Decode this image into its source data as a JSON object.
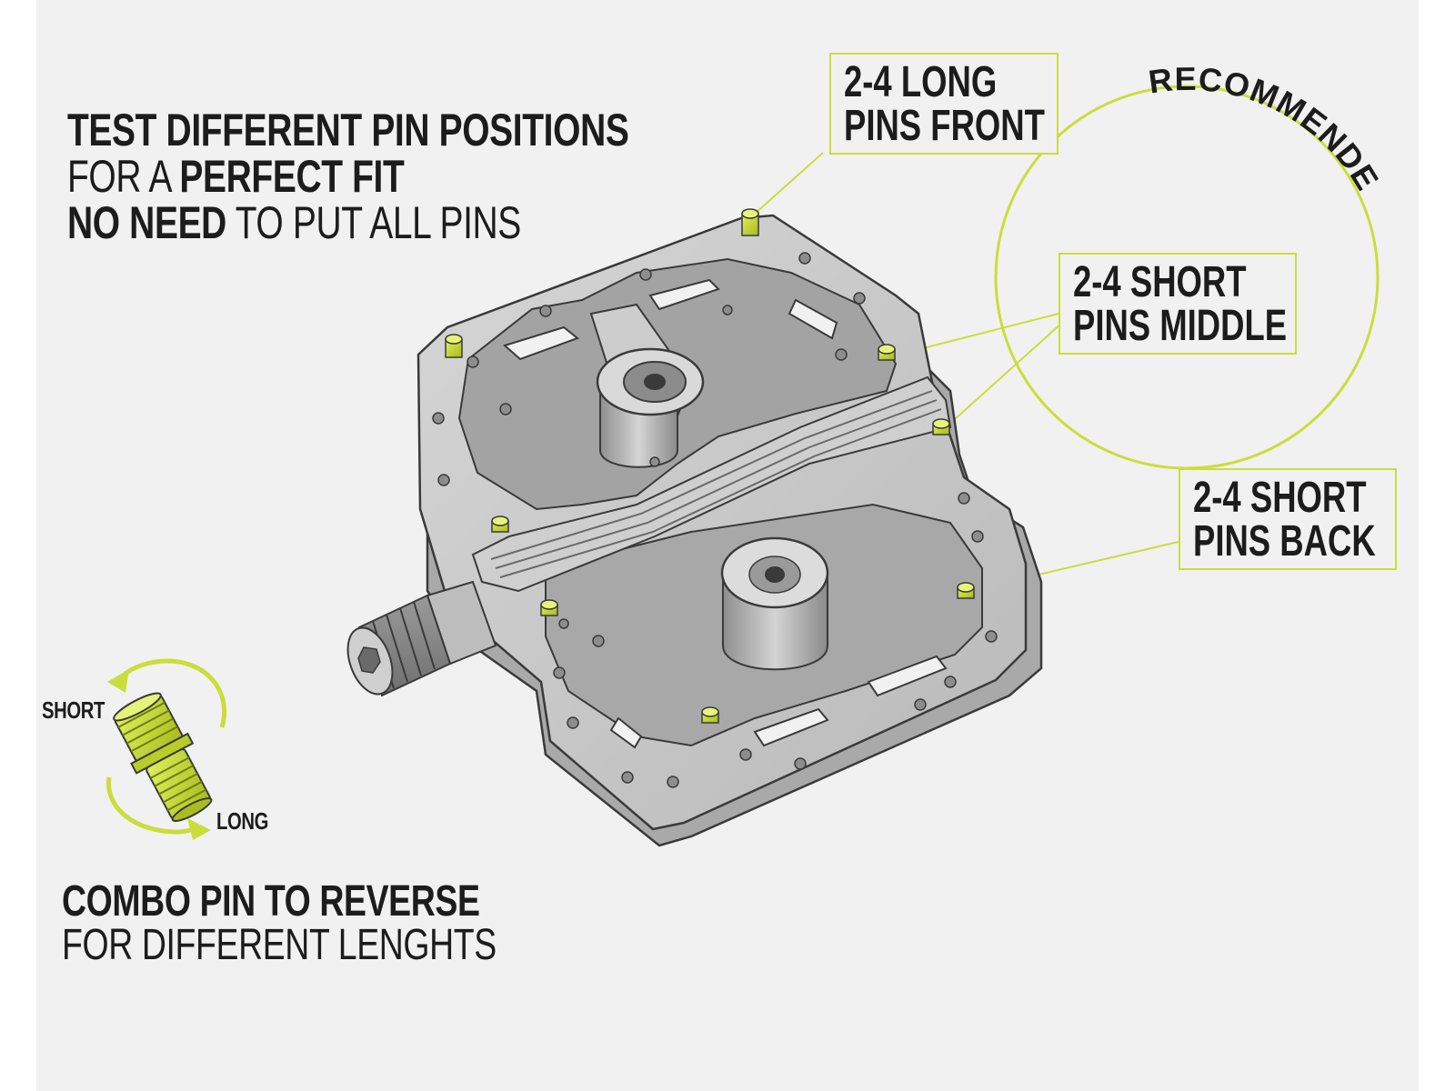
{
  "headline": {
    "line1": "TEST DIFFERENT PIN POSITIONS",
    "line2_a": "FOR A ",
    "line2_b": "PERFECT FIT",
    "line3_a": "NO NEED",
    "line3_b": " TO PUT ALL PINS"
  },
  "callouts": {
    "front": {
      "line1": "2-4  LONG",
      "line2": "PINS FRONT"
    },
    "middle": {
      "line1": "2-4 SHORT",
      "line2": "PINS MIDDLE"
    },
    "back": {
      "line1": "2-4 SHORT",
      "line2": "PINS BACK"
    }
  },
  "recommended": "RECOMMENDED",
  "combo_pin": {
    "short_label": "SHORT",
    "long_label": "LONG",
    "caption_line1": "COMBO PIN TO REVERSE",
    "caption_line2": "FOR DIFFERENT LENGHTS"
  },
  "colors": {
    "accent": "#c9de3c",
    "text": "#1c1c1c",
    "background": "#f1f1f1",
    "pedal_body": "#c9c9c9",
    "pedal_outline": "#3a3a3a"
  }
}
